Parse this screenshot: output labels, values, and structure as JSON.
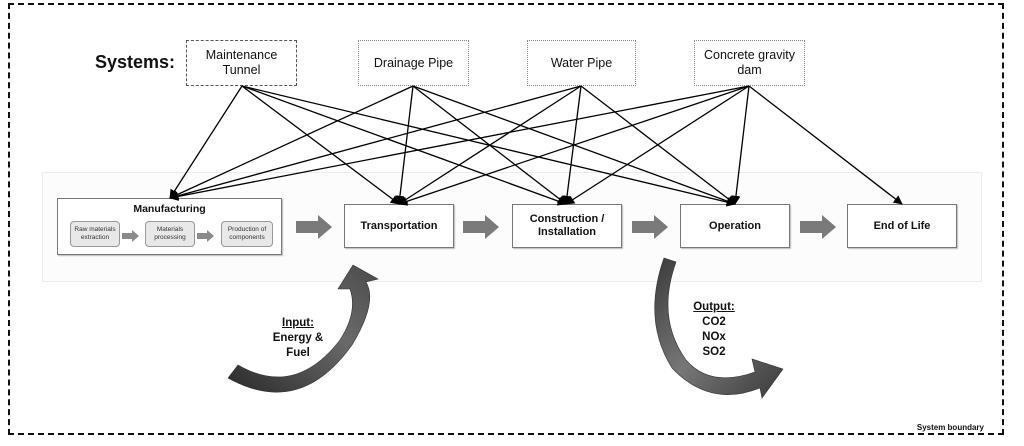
{
  "systems_label": "Systems:",
  "systems": [
    {
      "id": "maintenance",
      "label": "Maintenance Tunnel"
    },
    {
      "id": "drainage",
      "label": "Drainage Pipe"
    },
    {
      "id": "water",
      "label": "Water Pipe"
    },
    {
      "id": "dam",
      "label": "Concrete gravity dam"
    }
  ],
  "stages": {
    "manufacturing": {
      "title": "Manufacturing",
      "steps": [
        "Raw materials extraction",
        "Materials processing",
        "Production of components"
      ]
    },
    "transportation": "Transportation",
    "construction": "Construction / Installation",
    "operation": "Operation",
    "end_of_life": "End of Life"
  },
  "input": {
    "title": "Input:",
    "lines": [
      "Energy &",
      "Fuel"
    ]
  },
  "output": {
    "title": "Output:",
    "lines": [
      "CO2",
      "NOx",
      "SO2"
    ]
  },
  "boundary_label": "System boundary",
  "connections": {
    "maintenance": [
      "manufacturing",
      "transportation",
      "construction",
      "operation"
    ],
    "drainage": [
      "manufacturing",
      "transportation",
      "construction",
      "operation"
    ],
    "water": [
      "manufacturing",
      "transportation",
      "construction",
      "operation"
    ],
    "dam": [
      "manufacturing",
      "transportation",
      "construction",
      "operation",
      "end_of_life"
    ]
  }
}
